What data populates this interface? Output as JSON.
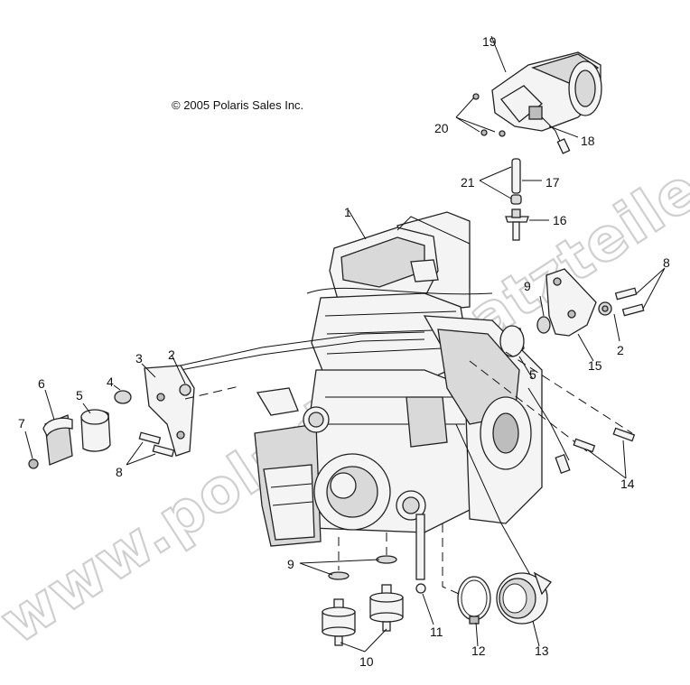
{
  "copyright": "© 2005 Polaris Sales Inc.",
  "watermark": "www.polaris-ersatzteile.de",
  "callouts": {
    "c1": "1",
    "c2a": "2",
    "c2b": "2",
    "c3": "3",
    "c4": "4",
    "c5a": "5",
    "c5b": "5",
    "c6": "6",
    "c7": "7",
    "c8a": "8",
    "c8b": "8",
    "c9a": "9",
    "c9b": "9",
    "c10": "10",
    "c11": "11",
    "c12": "12",
    "c13": "13",
    "c14": "14",
    "c15": "15",
    "c16": "16",
    "c17": "17",
    "c18": "18",
    "c19": "19",
    "c20": "20",
    "c21": "21"
  }
}
